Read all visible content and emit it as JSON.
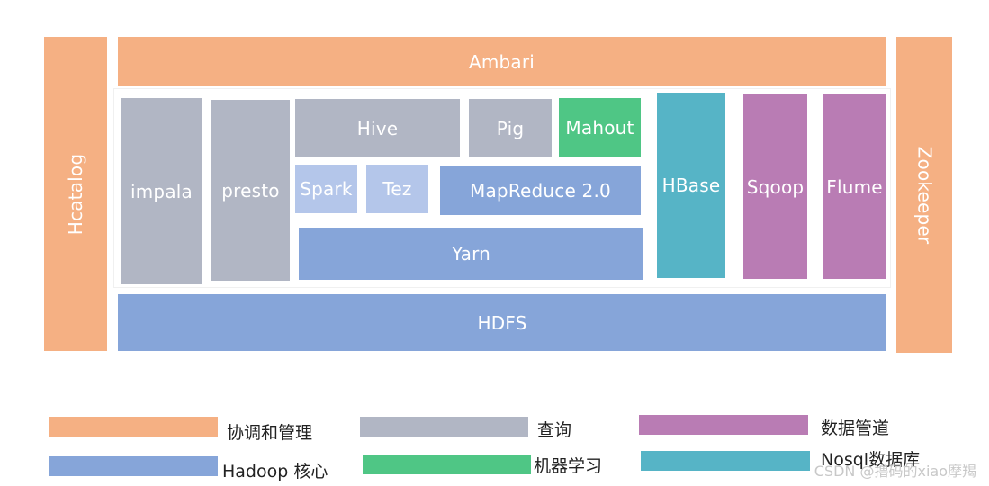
{
  "diagram": {
    "side_left": "Hcatalog",
    "side_right": "Zookeeper",
    "top_bar": "Ambari",
    "bottom_bar": "HDFS",
    "components": {
      "impala": "impala",
      "presto": "presto",
      "hive": "Hive",
      "pig": "Pig",
      "mahout": "Mahout",
      "spark": "Spark",
      "tez": "Tez",
      "mapreduce": "MapReduce 2.0",
      "yarn": "Yarn",
      "hbase": "HBase",
      "sqoop": "Sqoop",
      "flume": "Flume"
    }
  },
  "legend": {
    "coordination": "协调和管理",
    "query": "查询",
    "pipeline": "数据管道",
    "hadoop_core": "Hadoop 核心",
    "machine_learning": "机器学习",
    "nosql": "Nosql数据库"
  },
  "watermark": "CSDN @撸码的xiao摩羯",
  "colors": {
    "orange": "#f5b083",
    "gray": "#b1b6c4",
    "blue": "#86a5d9",
    "light_blue": "#b4c6ea",
    "green": "#4fc685",
    "teal": "#56b4c6",
    "purple": "#b97cb4"
  }
}
